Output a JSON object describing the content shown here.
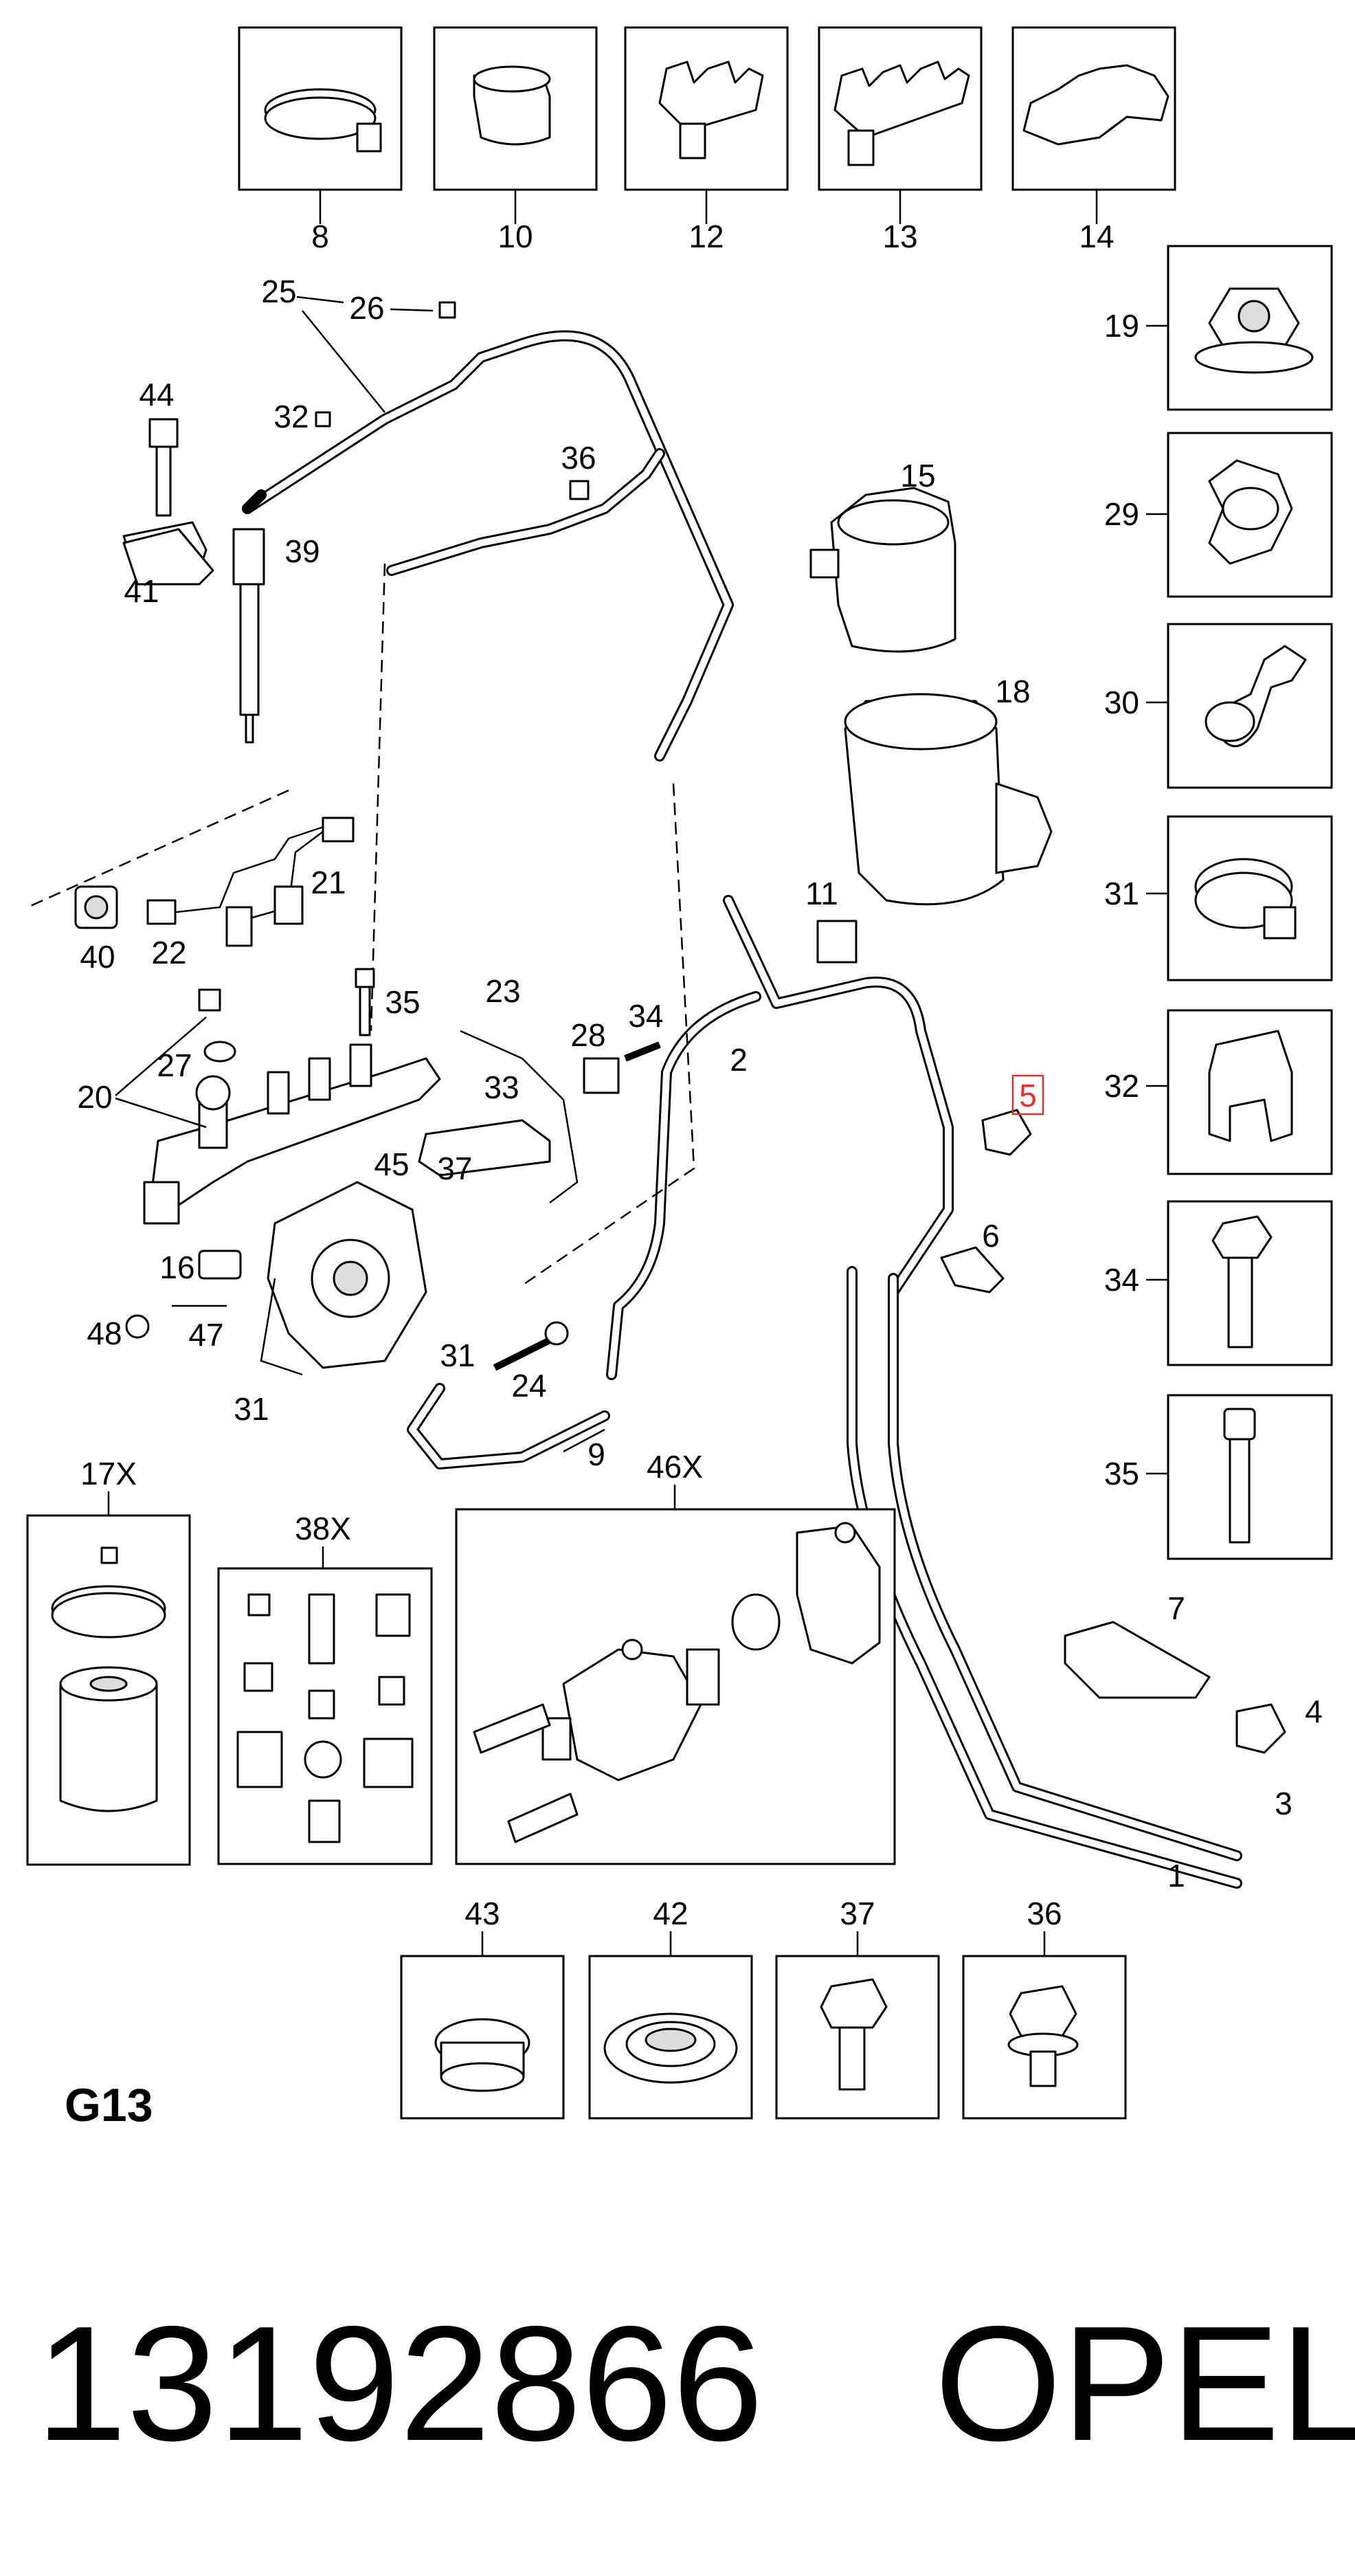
{
  "diagram": {
    "callouts": {
      "c1": "1",
      "c2": "2",
      "c3": "3",
      "c4": "4",
      "c5": "5",
      "c6": "6",
      "c7": "7",
      "c8": "8",
      "c9": "9",
      "c10": "10",
      "c11": "11",
      "c12": "12",
      "c13": "13",
      "c14": "14",
      "c15": "15",
      "c16": "16",
      "c17x": "17X",
      "c18": "18",
      "c19": "19",
      "c20": "20",
      "c21": "21",
      "c22": "22",
      "c23": "23",
      "c24": "24",
      "c25": "25",
      "c26": "26",
      "c27": "27",
      "c28": "28",
      "c29": "29",
      "c30": "30",
      "c31a": "31",
      "c31b": "31",
      "c31c": "31",
      "c32a": "32",
      "c32b": "32",
      "c33": "33",
      "c34a": "34",
      "c34b": "34",
      "c35a": "35",
      "c35b": "35",
      "c36a": "36",
      "c36b": "36",
      "c37a": "37",
      "c37b": "37",
      "c38x": "38X",
      "c39": "39",
      "c40": "40",
      "c41": "41",
      "c42": "42",
      "c43": "43",
      "c44": "44",
      "c45": "45",
      "c46x": "46X",
      "c47": "47",
      "c48": "48"
    },
    "highlighted_part": "5",
    "group_code": "G13",
    "part_number": "13192866",
    "brand": "OPEL"
  }
}
